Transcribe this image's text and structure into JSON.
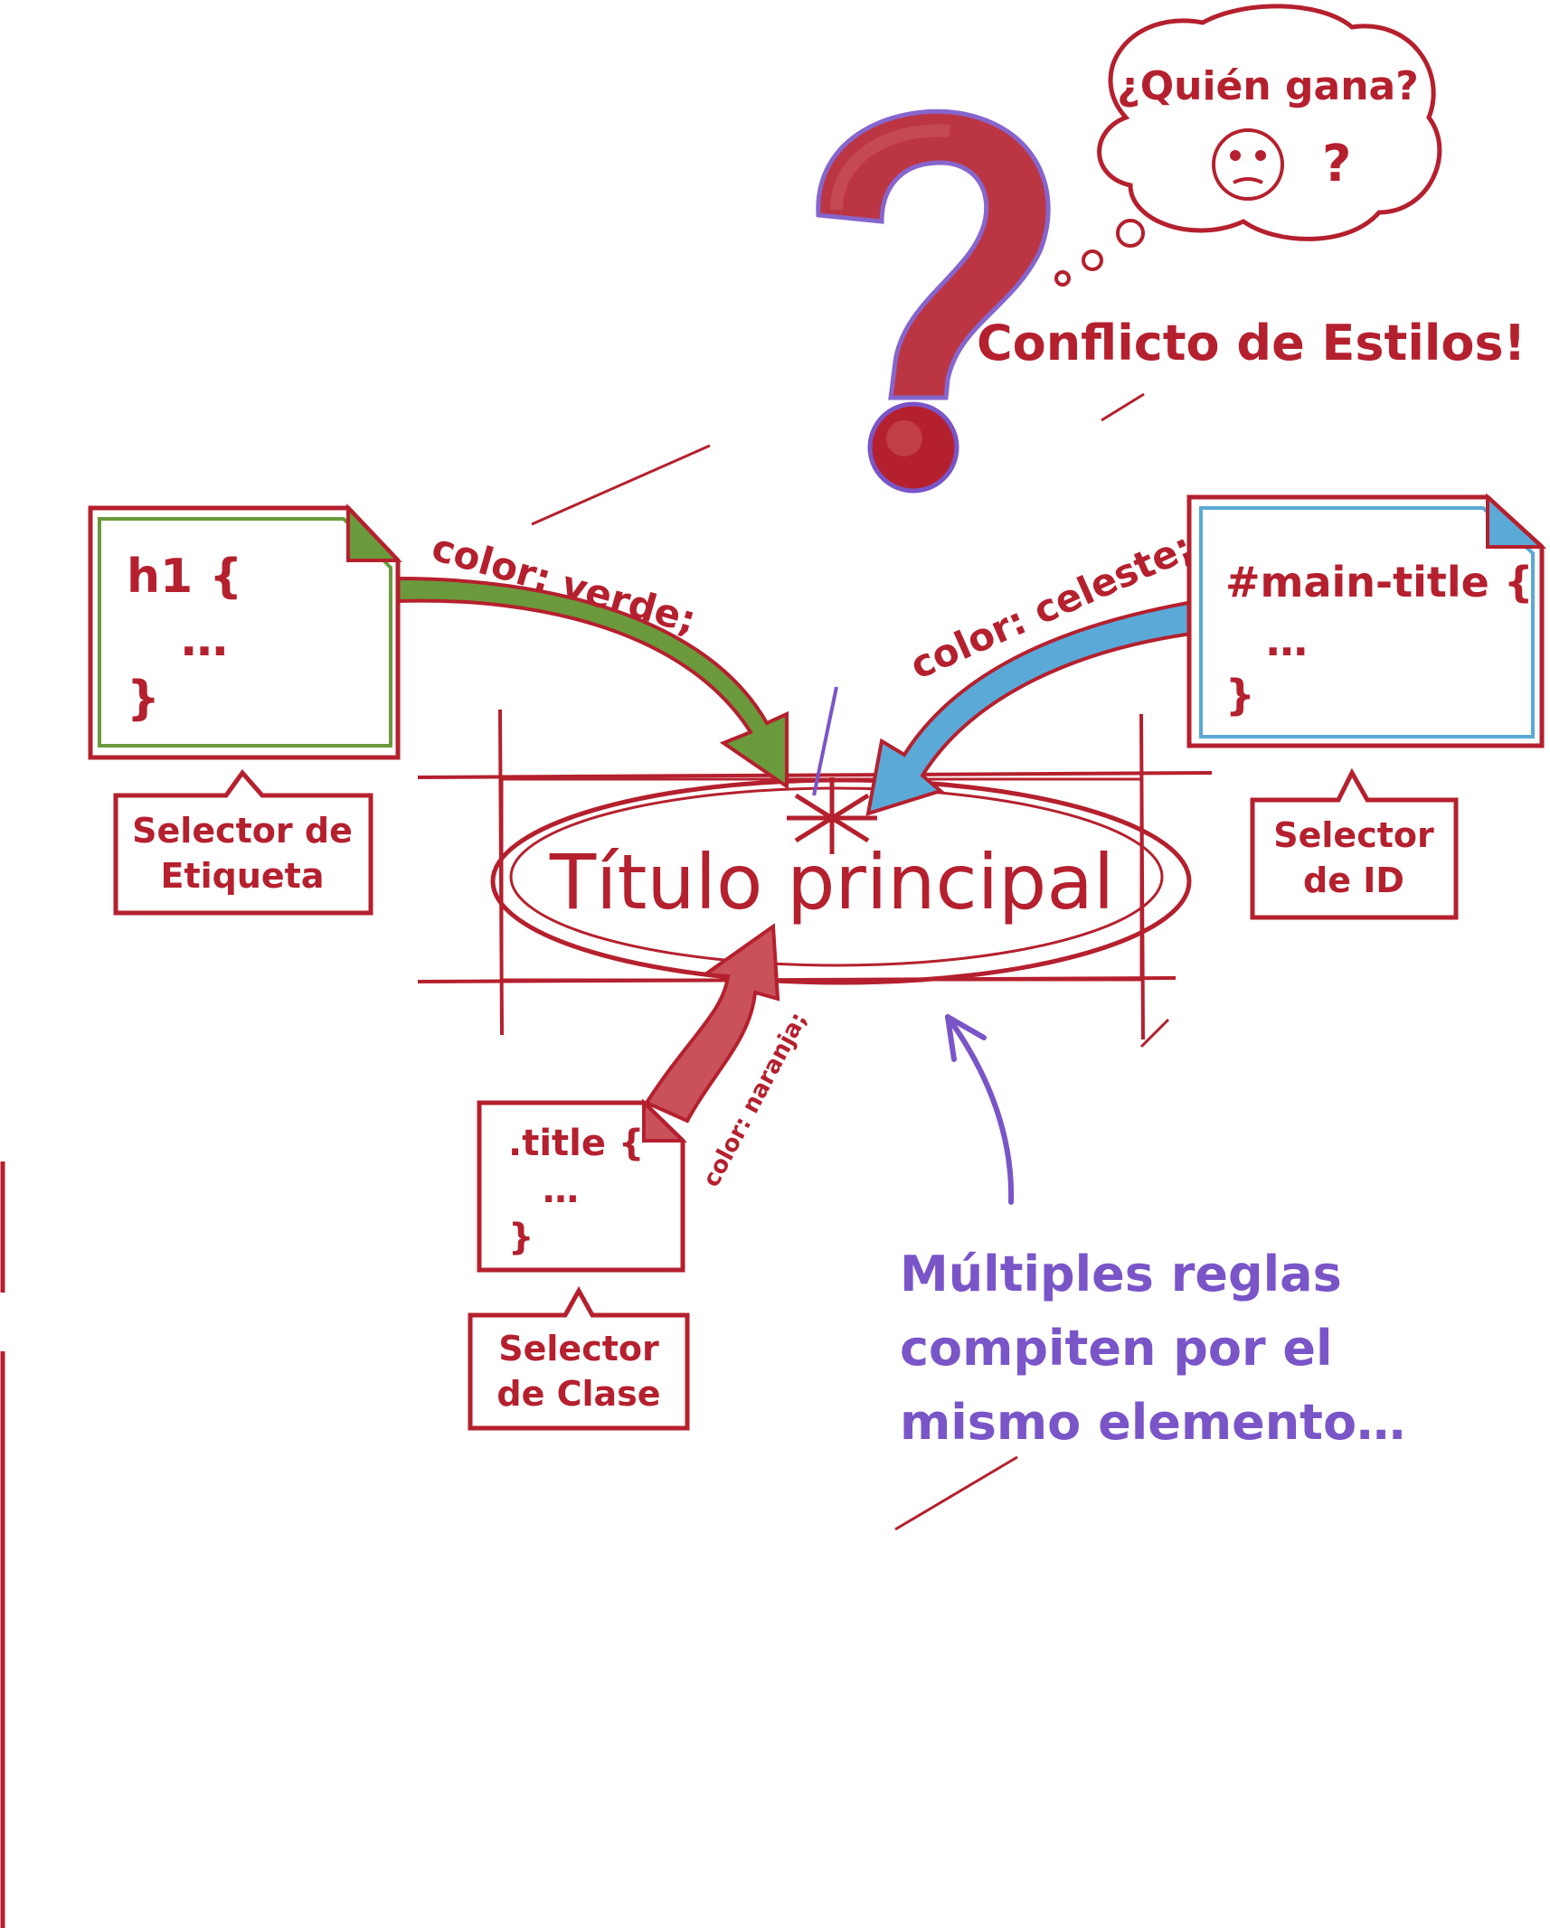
{
  "colors": {
    "red": "#b5202e",
    "red_light": "#c9525a",
    "green": "#6a9a3c",
    "blue": "#5aa9d6",
    "purple": "#7a55c8"
  },
  "thought": {
    "question": "¿Quién gana?",
    "mark": "?"
  },
  "conflict_heading": "Conflicto de Estilos!",
  "center_title": "Título principal",
  "rules": {
    "tag": {
      "line1": "h1 {",
      "line2": "…",
      "line3": "}",
      "declaration": "color: verde;",
      "label_line1": "Selector de",
      "label_line2": "Etiqueta"
    },
    "id": {
      "line1": "#main-title {",
      "line2": "…",
      "line3": "}",
      "declaration": "color: celeste;",
      "label_line1": "Selector",
      "label_line2": "de ID"
    },
    "class": {
      "line1": ".title {",
      "line2": "…",
      "line3": "}",
      "declaration": "color: naranja;",
      "label_line1": "Selector",
      "label_line2": "de Clase"
    }
  },
  "note": {
    "line1": "Múltiples reglas",
    "line2": "compiten por el",
    "line3": "mismo elemento…"
  }
}
